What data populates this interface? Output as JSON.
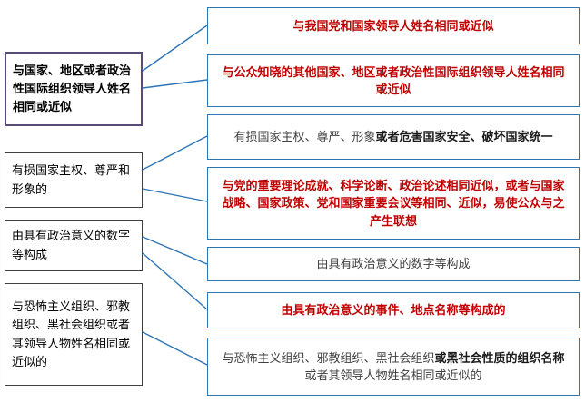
{
  "colors": {
    "left_box_border": "#404040",
    "left_box_primary_border": "#5a4a7a",
    "right_box_border": "#2e75b6",
    "connector": "#2e75b6",
    "red_emphasis": "#c00000",
    "plain_text": "#404040",
    "bold_text": "#1a1a1a"
  },
  "left_boxes": [
    {
      "text": "与国家、地区或者政治性国际组织领导人姓名相同或近似"
    },
    {
      "text": "有损国家主权、尊严和形象的"
    },
    {
      "text": "由具有政治意义的数字等构成"
    },
    {
      "text": "与恐怖主义组织、邪教组织、黑社会组织或者其领导人物姓名相同或近似的"
    }
  ],
  "right_boxes": [
    {
      "segments": [
        {
          "text": "与我国党和国家领导人姓名相同或近似",
          "style": "red-bold"
        }
      ]
    },
    {
      "segments": [
        {
          "text": "与公众知晓的其他国家、地区或者政治性国际组织领导人姓名相同或近似",
          "style": "red-bold"
        }
      ]
    },
    {
      "segments": [
        {
          "text": "有损国家主权、尊严、形象",
          "style": "plain"
        },
        {
          "text": "或者危害国家安全、破坏国家统一",
          "style": "bold"
        }
      ]
    },
    {
      "segments": [
        {
          "text": "与党的重要理论成就、科学论断、政治论述相同近似，或者与国家战略、国家政策、党和国家重要会议等相同、近似，易使公众与之产生联想",
          "style": "red-bold"
        }
      ]
    },
    {
      "segments": [
        {
          "text": "由具有政治意义的数字等构成",
          "style": "plain"
        }
      ]
    },
    {
      "segments": [
        {
          "text": "由具有政治意义的事件、地点名称等构成的",
          "style": "red-bold"
        }
      ]
    },
    {
      "segments": [
        {
          "text": "与恐怖主义组织、邪教组织、黑社会组织",
          "style": "plain"
        },
        {
          "text": "或黑社会性质的组织名称",
          "style": "bold"
        },
        {
          "text": "或者其领导人物姓名相同或近似的",
          "style": "plain"
        }
      ]
    }
  ]
}
